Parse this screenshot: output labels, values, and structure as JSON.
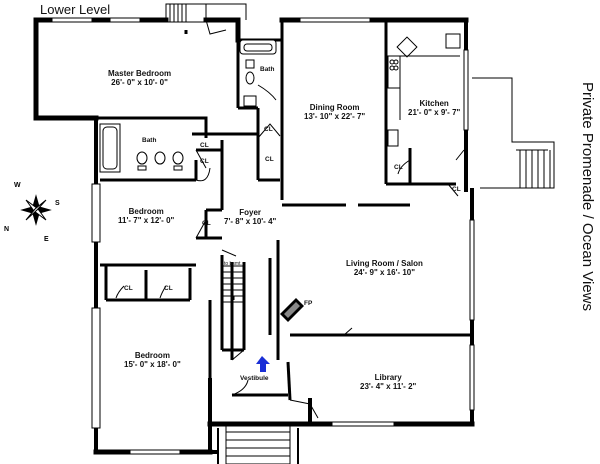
{
  "title": "Lower Level",
  "side_label": "Private Promenade / Ocean Views",
  "rooms": {
    "master_bedroom": {
      "name": "Master Bedroom",
      "dims": "26'- 0\" x 10'- 0\""
    },
    "bath_upper": {
      "name": "Bath"
    },
    "dining_room": {
      "name": "Dining Room",
      "dims": "13'- 10\" x 22'- 7\""
    },
    "kitchen": {
      "name": "Kitchen",
      "dims": "21'- 0\" x 9'- 7\""
    },
    "bath_left": {
      "name": "Bath"
    },
    "bedroom_mid": {
      "name": "Bedroom",
      "dims": "11'- 7\" x 12'- 0\""
    },
    "foyer": {
      "name": "Foyer",
      "dims": "7'- 8\" x 10'- 4\""
    },
    "living_room": {
      "name": "Living Room /  Salon",
      "dims": "24'- 9\" x 16'- 10\""
    },
    "bedroom_lower": {
      "name": "Bedroom",
      "dims": "15'- 0\" x 18'- 0\""
    },
    "library": {
      "name": "Library",
      "dims": "23'- 4\" x 11'- 2\""
    },
    "vestibule": {
      "name": "Vestibule"
    }
  },
  "closets": {
    "cl_a": "CL",
    "cl_b": "CL",
    "cl_c": "CL",
    "cl_d": "CL",
    "cl_e": "CL",
    "cl_f": "CL",
    "cl_g": "CL",
    "cl_h": "CL",
    "cl_i": "CL"
  },
  "markers": {
    "fp": "FP",
    "to_basement": "to bsmt."
  },
  "compass": {
    "n": "N",
    "s": "S",
    "e": "E",
    "w": "W"
  },
  "colors": {
    "wall": "#000000",
    "accent_arrow": "#1a2fd6",
    "background": "#ffffff"
  }
}
